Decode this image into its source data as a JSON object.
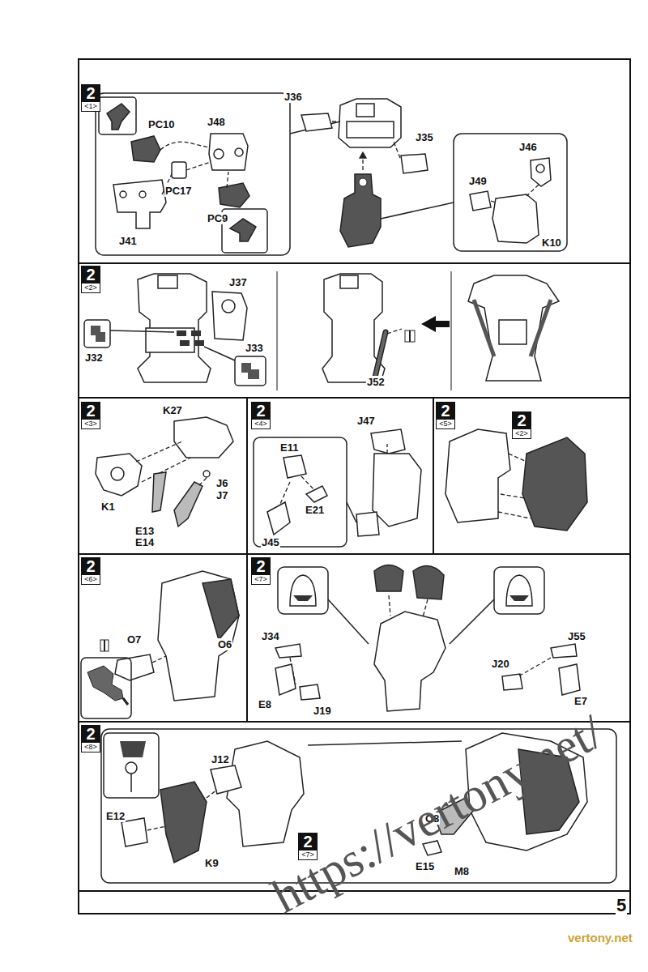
{
  "diagram": {
    "nodes": [
      {
        "text": [
          "2",
          "<1>"
        ]
      },
      {
        "text": [
          "2",
          "<2>"
        ]
      },
      {
        "text": [
          "2",
          "<3>"
        ]
      },
      {
        "text": [
          "2",
          "<4>"
        ]
      },
      {
        "text": [
          "2",
          "<5>"
        ]
      },
      {
        "text": [
          "2",
          "<2>"
        ]
      },
      {
        "text": [
          "2",
          "<6>"
        ]
      },
      {
        "text": [
          "2",
          "<7>"
        ]
      },
      {
        "text": [
          "2",
          "<8>"
        ]
      },
      {
        "text": [
          "2",
          "<7>"
        ]
      }
    ],
    "labels": [
      "PC10",
      "J48",
      "PC17",
      "PC9",
      "J41",
      "J36",
      "J35",
      "J46",
      "J49",
      "K10",
      "J37",
      "J32",
      "J33",
      "J52",
      "K27",
      "K1",
      "J6",
      "J7",
      "E13",
      "E14",
      "J47",
      "E11",
      "E21",
      "J45",
      "O7",
      "O6",
      "J34",
      "E8",
      "J19",
      "J55",
      "J20",
      "E7",
      "J12",
      "E12",
      "K9",
      "O8",
      "E15",
      "M8",
      "5",
      "https://vertony.net/",
      "vertony.net"
    ]
  }
}
